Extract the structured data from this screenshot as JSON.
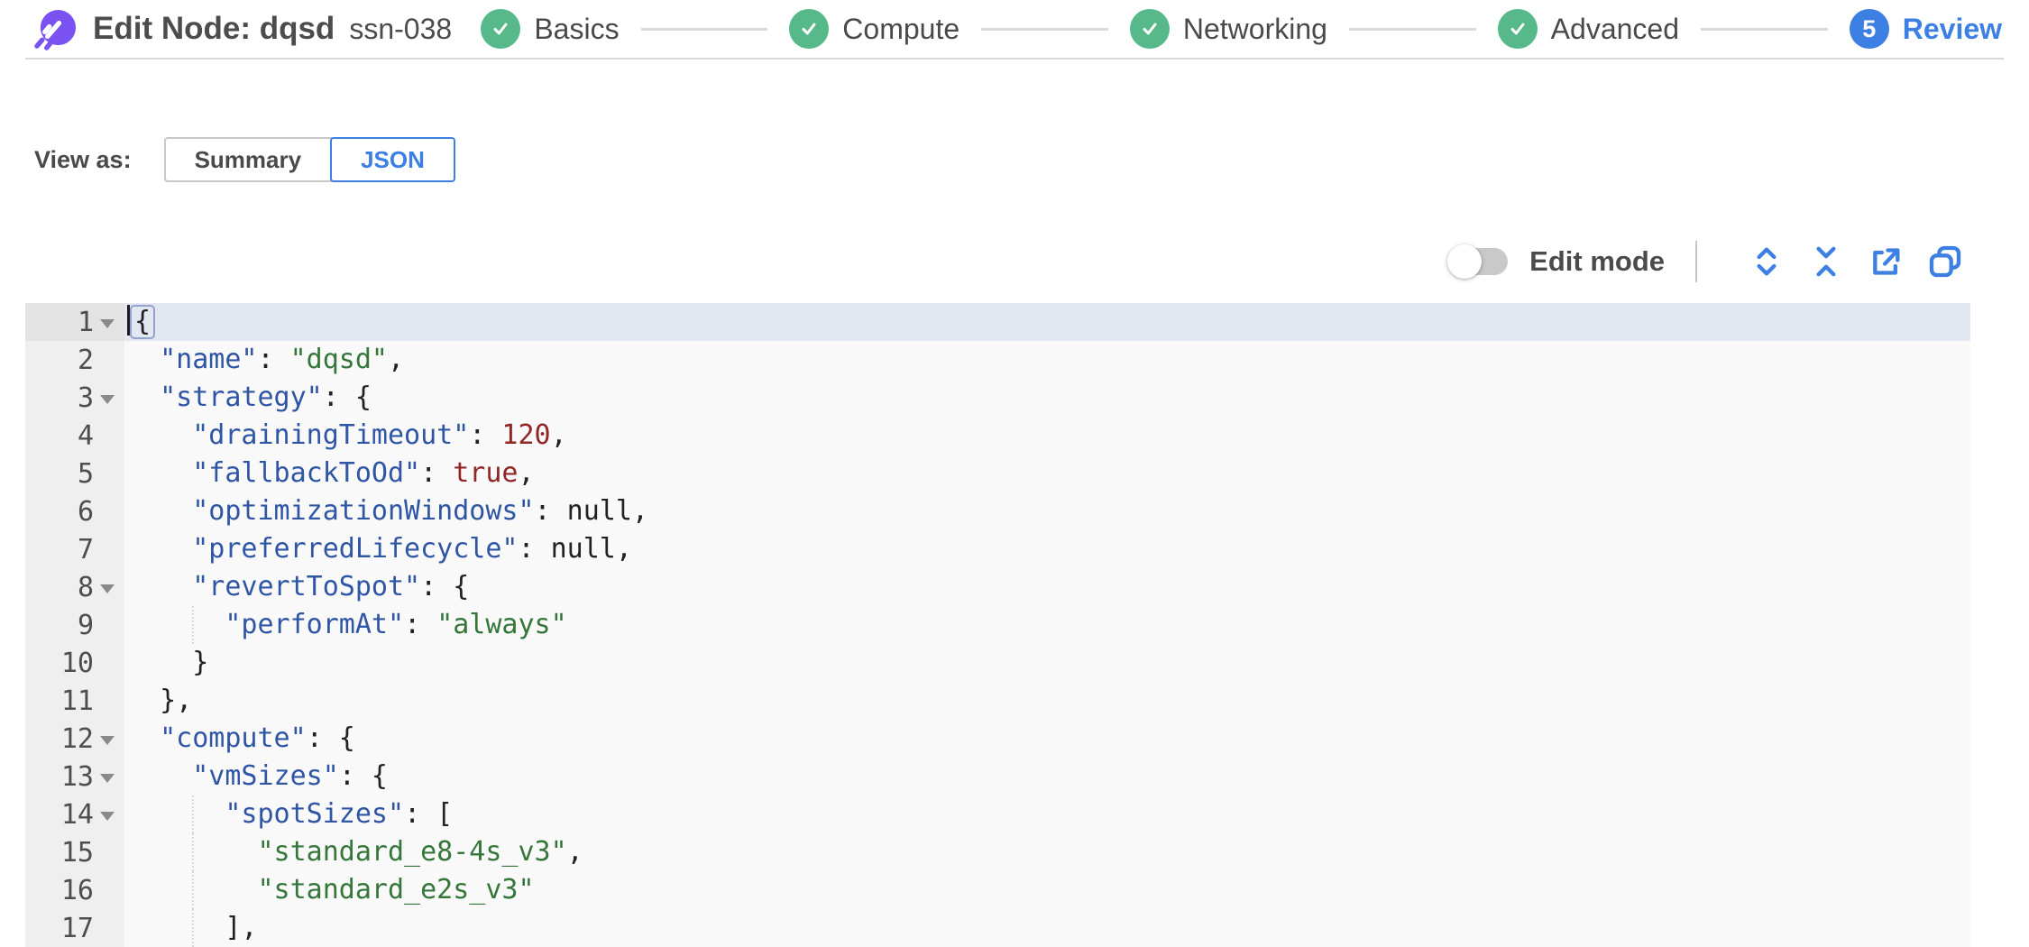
{
  "header": {
    "title": "Edit Node: dqsd",
    "subtitle": "ssn-038",
    "steps": [
      {
        "label": "Basics",
        "state": "done"
      },
      {
        "label": "Compute",
        "state": "done"
      },
      {
        "label": "Networking",
        "state": "done"
      },
      {
        "label": "Advanced",
        "state": "done"
      },
      {
        "label": "Review",
        "state": "current",
        "number": "5"
      }
    ]
  },
  "view_as": {
    "label": "View as:",
    "options": [
      {
        "label": "Summary",
        "selected": false
      },
      {
        "label": "JSON",
        "selected": true
      }
    ]
  },
  "toolbar": {
    "edit_mode_label": "Edit mode",
    "edit_mode_on": false,
    "icons": [
      "expand-icon",
      "collapse-icon",
      "export-icon",
      "copy-icon"
    ]
  },
  "colors": {
    "accent_blue": "#3d7fe2",
    "step_green": "#57b98a",
    "brand_purple": "#7b52f2",
    "key_blue": "#2f55a5",
    "string_green": "#35773a",
    "number_maroon": "#8f2727",
    "active_line": "#e3e7f1"
  },
  "editor": {
    "active_line": 1,
    "lines": [
      {
        "n": 1,
        "fold": true,
        "cursor": true,
        "tokens": [
          [
            "bracket",
            "{"
          ]
        ]
      },
      {
        "n": 2,
        "fold": false,
        "tokens": [
          [
            "p",
            "  "
          ],
          [
            "k",
            "\"name\""
          ],
          [
            "p",
            ": "
          ],
          [
            "s",
            "\"dqsd\""
          ],
          [
            "p",
            ","
          ]
        ]
      },
      {
        "n": 3,
        "fold": true,
        "tokens": [
          [
            "p",
            "  "
          ],
          [
            "k",
            "\"strategy\""
          ],
          [
            "p",
            ": {"
          ]
        ]
      },
      {
        "n": 4,
        "fold": false,
        "tokens": [
          [
            "p",
            "    "
          ],
          [
            "k",
            "\"drainingTimeout\""
          ],
          [
            "p",
            ": "
          ],
          [
            "n",
            "120"
          ],
          [
            "p",
            ","
          ]
        ]
      },
      {
        "n": 5,
        "fold": false,
        "tokens": [
          [
            "p",
            "    "
          ],
          [
            "k",
            "\"fallbackToOd\""
          ],
          [
            "p",
            ": "
          ],
          [
            "b",
            "true"
          ],
          [
            "p",
            ","
          ]
        ]
      },
      {
        "n": 6,
        "fold": false,
        "tokens": [
          [
            "p",
            "    "
          ],
          [
            "k",
            "\"optimizationWindows\""
          ],
          [
            "p",
            ": null,"
          ]
        ]
      },
      {
        "n": 7,
        "fold": false,
        "tokens": [
          [
            "p",
            "    "
          ],
          [
            "k",
            "\"preferredLifecycle\""
          ],
          [
            "p",
            ": null,"
          ]
        ]
      },
      {
        "n": 8,
        "fold": true,
        "tokens": [
          [
            "p",
            "    "
          ],
          [
            "k",
            "\"revertToSpot\""
          ],
          [
            "p",
            ": {"
          ]
        ]
      },
      {
        "n": 9,
        "fold": false,
        "guides": [
          4
        ],
        "tokens": [
          [
            "p",
            "      "
          ],
          [
            "k",
            "\"performAt\""
          ],
          [
            "p",
            ": "
          ],
          [
            "s",
            "\"always\""
          ]
        ]
      },
      {
        "n": 10,
        "fold": false,
        "tokens": [
          [
            "p",
            "    }"
          ]
        ]
      },
      {
        "n": 11,
        "fold": false,
        "tokens": [
          [
            "p",
            "  },"
          ]
        ]
      },
      {
        "n": 12,
        "fold": true,
        "tokens": [
          [
            "p",
            "  "
          ],
          [
            "k",
            "\"compute\""
          ],
          [
            "p",
            ": {"
          ]
        ]
      },
      {
        "n": 13,
        "fold": true,
        "tokens": [
          [
            "p",
            "    "
          ],
          [
            "k",
            "\"vmSizes\""
          ],
          [
            "p",
            ": {"
          ]
        ]
      },
      {
        "n": 14,
        "fold": true,
        "guides": [
          4
        ],
        "tokens": [
          [
            "p",
            "      "
          ],
          [
            "k",
            "\"spotSizes\""
          ],
          [
            "p",
            ": ["
          ]
        ]
      },
      {
        "n": 15,
        "fold": false,
        "guides": [
          4
        ],
        "tokens": [
          [
            "p",
            "        "
          ],
          [
            "s",
            "\"standard_e8-4s_v3\""
          ],
          [
            "p",
            ","
          ]
        ]
      },
      {
        "n": 16,
        "fold": false,
        "guides": [
          4
        ],
        "tokens": [
          [
            "p",
            "        "
          ],
          [
            "s",
            "\"standard_e2s_v3\""
          ]
        ]
      },
      {
        "n": 17,
        "fold": false,
        "guides": [
          4
        ],
        "tokens": [
          [
            "p",
            "      ],"
          ]
        ]
      }
    ]
  }
}
